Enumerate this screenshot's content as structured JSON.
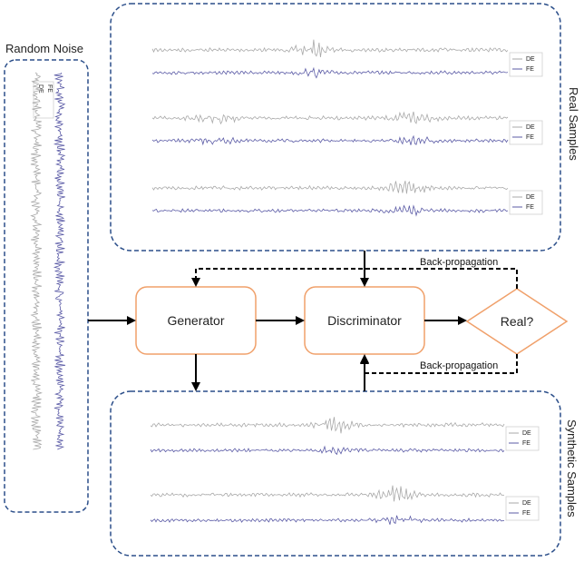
{
  "labels": {
    "random_noise": "Random Noise",
    "real_samples": "Real Samples",
    "synthetic_samples": "Synthetic Samples",
    "generator": "Generator",
    "discriminator": "Discriminator",
    "decision": "Real?",
    "backprop_top": "Back-propagation",
    "backprop_bottom": "Back-propagation"
  },
  "legend": {
    "series_a": "DE",
    "series_b": "FE"
  },
  "colors": {
    "dashed_border": "#2c4f8a",
    "process_border": "#f0a06a",
    "signal_de": "#a9a9a9",
    "signal_fe": "#5b5ba6",
    "arrow": "#000000"
  }
}
